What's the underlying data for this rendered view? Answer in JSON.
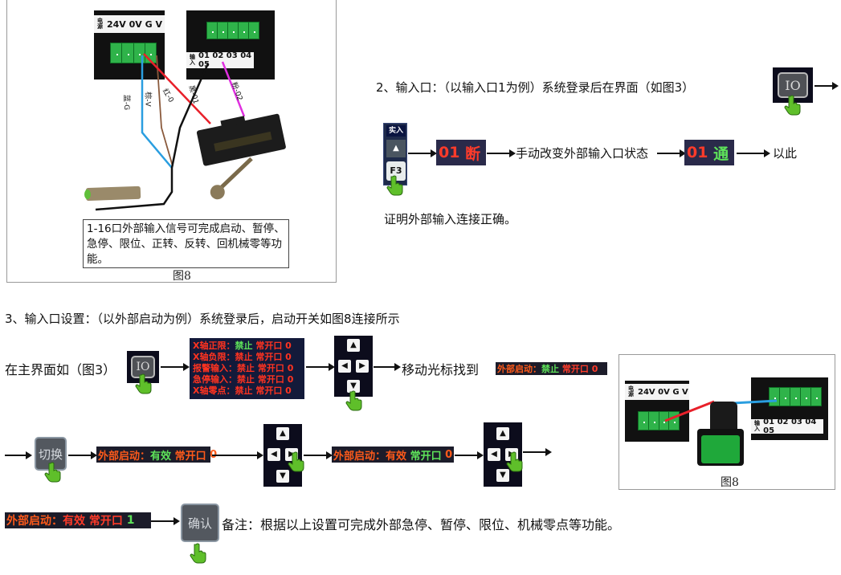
{
  "figure_top_left": {
    "caption": "图8",
    "power_terminal_label": "24V 0V G  V",
    "power_terminal_vertical": "电源",
    "input_terminal_label": "01 02 03 04 05",
    "input_terminal_vertical": "输入",
    "wire_labels": [
      "蓝-G",
      "棕-V",
      "红-0",
      "黑-01",
      "粉-02"
    ],
    "wire_colors": {
      "blue": "#2a9ee0",
      "brown": "#8a5a3c",
      "red": "#e8202a",
      "black": "#111111",
      "pink": "#e030e0"
    },
    "note": "1-16口外部输入信号可完成启动、暂停、急停、限位、正转、反转、回机械零等功能。"
  },
  "section2": {
    "title": "2、输入口：（以输入口1为例）系统登录后在界面（如图3）",
    "io_key": "IO",
    "side_keys": {
      "top": "实入",
      "middle": "▲",
      "bottom": "F3"
    },
    "status_off": {
      "port": "01",
      "state": "断"
    },
    "manual_text": "手动改变外部输入口状态",
    "status_on": {
      "port": "01",
      "state": "通"
    },
    "tail_text": "以此",
    "conclusion": "证明外部输入连接正确。"
  },
  "section3": {
    "title": "3、输入口设置：（以外部启动为例）系统登录后，启动开关如图8连接所示",
    "lead_text": "在主界面如（图3）",
    "io_key": "IO",
    "panel_rows": [
      {
        "name": "X轴正限：",
        "value": "禁止",
        "mode": "常开口",
        "num": "0"
      },
      {
        "name": "X轴负限：",
        "value": "禁止",
        "mode": "常开口",
        "num": "0"
      },
      {
        "name": "报警输入：",
        "value": "禁止",
        "mode": "常开口",
        "num": "0"
      },
      {
        "name": "急停输入：",
        "value": "禁止",
        "mode": "常开口",
        "num": "0"
      },
      {
        "name": "X轴零点：",
        "value": "禁止",
        "mode": "常开口",
        "num": "0"
      }
    ],
    "dpad": {
      "up": "▲",
      "left": "◀",
      "right": "▶",
      "down": "▼"
    },
    "move_cursor_text": "移动光标找到",
    "status_found": {
      "name": "外部启动：",
      "value": "禁止",
      "mode": "常开口",
      "num": "0"
    },
    "switch_key": "切换",
    "status_valid_1": {
      "name": "外部启动：",
      "value": "有效",
      "mode": "常开口",
      "num": "0"
    },
    "status_valid_2": {
      "name": "外部启动：",
      "value": "有效",
      "mode": "常开口",
      "num": "0"
    },
    "status_final": {
      "name": "外部启动：",
      "value": "有效",
      "mode": "常开口",
      "num": "1"
    },
    "confirm_key": "确认",
    "remark": "备注：根据以上设置可完成外部急停、暂停、限位、机械零点等功能。"
  },
  "figure_right": {
    "caption": "图8",
    "power_terminal_label": "24V 0V G  V",
    "power_terminal_vertical": "电源",
    "input_terminal_label": "01 02 03 04 05",
    "input_terminal_vertical": "输入"
  }
}
